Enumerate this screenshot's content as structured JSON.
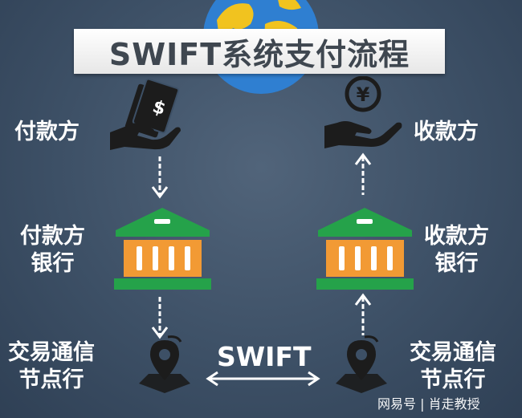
{
  "title": "SWIFT系统支付流程",
  "payer": "付款方",
  "payer_bank": [
    "付款方",
    "银行"
  ],
  "payer_node": [
    "交易通信",
    "节点行"
  ],
  "payee": "收款方",
  "payee_bank": [
    "收款方",
    "银行"
  ],
  "payee_node": [
    "交易通信",
    "节点行"
  ],
  "swift_label": "SWIFT",
  "yen_symbol": "¥",
  "dollar_symbol": "$",
  "watermark": "网易号 | 肖走教授",
  "colors": {
    "background": "#3d5066",
    "bank_green": "#25a24a",
    "bank_orange": "#f29a34",
    "icon_black": "#1c1c1c",
    "globe_blue": "#2f7fd1",
    "globe_land": "#f1c31f"
  },
  "icons": {
    "globe": "globe-icon",
    "payer": "hand-giving-cash-icon",
    "payee": "hand-receiving-yen-icon",
    "bank": "bank-building-icon",
    "node": "location-pin-icon"
  }
}
